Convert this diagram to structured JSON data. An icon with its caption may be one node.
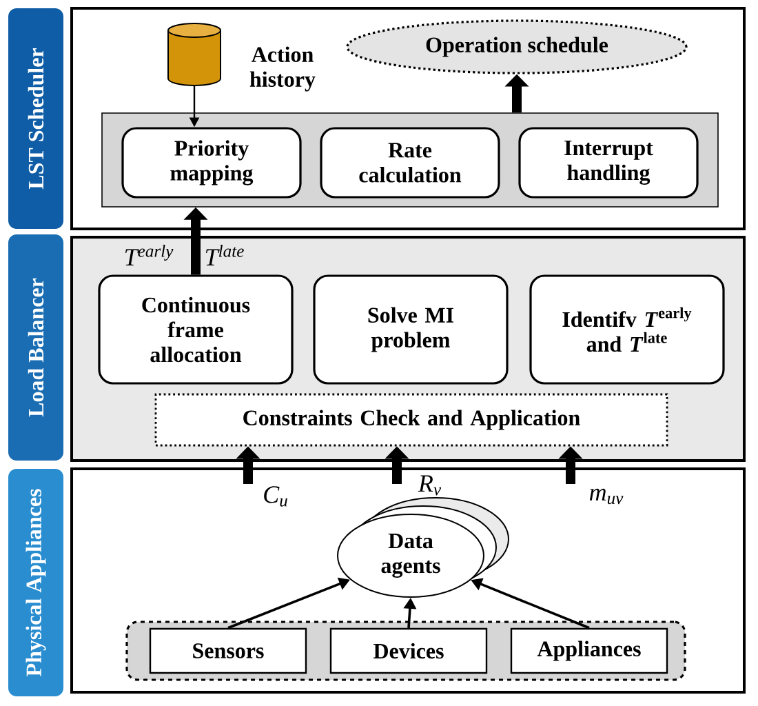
{
  "diagram": {
    "nodes": [
      {
        "text": [
          "LST Scheduler"
        ]
      },
      {
        "text": [],
        "shape": "cylinder",
        "in": 0,
        "beside": [
          "Action history"
        ]
      },
      {
        "text": [
          "Operation schedule"
        ],
        "in": 0
      },
      {
        "text": [],
        "shape": "box",
        "in": 0
      },
      {
        "text": [
          "Priority mapping"
        ],
        "in": 3
      },
      {
        "text": [
          "Rate calculation"
        ],
        "in": 3
      },
      {
        "text": [
          "Interrupt handling"
        ],
        "in": 3
      },
      {
        "text": [
          "Load Balancer"
        ]
      },
      {
        "text": [
          "Continuous frame allocation"
        ],
        "in": 7
      },
      {
        "text": [
          "Solve MI problem"
        ],
        "in": 7
      },
      {
        "text": [
          "Identifv *T*$^{early}$ and *T*$^{late}$"
        ],
        "in": 7
      },
      {
        "text": [
          "Constraints Check and Application"
        ],
        "in": 7
      },
      {
        "text": [
          "Physical Appliances"
        ]
      },
      {
        "text": [
          "Data agents"
        ],
        "in": 12
      },
      {
        "text": [],
        "shape": "box",
        "in": 12
      },
      {
        "text": [
          "Sensors"
        ],
        "in": 14
      },
      {
        "text": [
          "Devices"
        ],
        "in": 14
      },
      {
        "text": [
          "Appliances"
        ],
        "in": 14
      }
    ],
    "edges": [
      {
        "from": 1,
        "to": 4,
        "arrow": "to"
      },
      {
        "from": 3,
        "to": 2,
        "arrow": "to"
      },
      {
        "from": 8,
        "to": 3,
        "arrow": "to"
      },
      {
        "from": 12,
        "to": 11,
        "arrow": "to",
        "label": "C$_{u}$"
      },
      {
        "from": 12,
        "to": 11,
        "arrow": "to",
        "label": "R$_{v}$"
      },
      {
        "from": 12,
        "to": 11,
        "arrow": "to",
        "label": "m$_{uv}$"
      },
      {
        "from": 15,
        "to": 13,
        "arrow": "to"
      },
      {
        "from": 16,
        "to": 13,
        "arrow": "to"
      },
      {
        "from": 17,
        "to": 13,
        "arrow": "to"
      }
    ],
    "labels": [
      "T$^{early}$",
      "T$^{late}$"
    ]
  }
}
